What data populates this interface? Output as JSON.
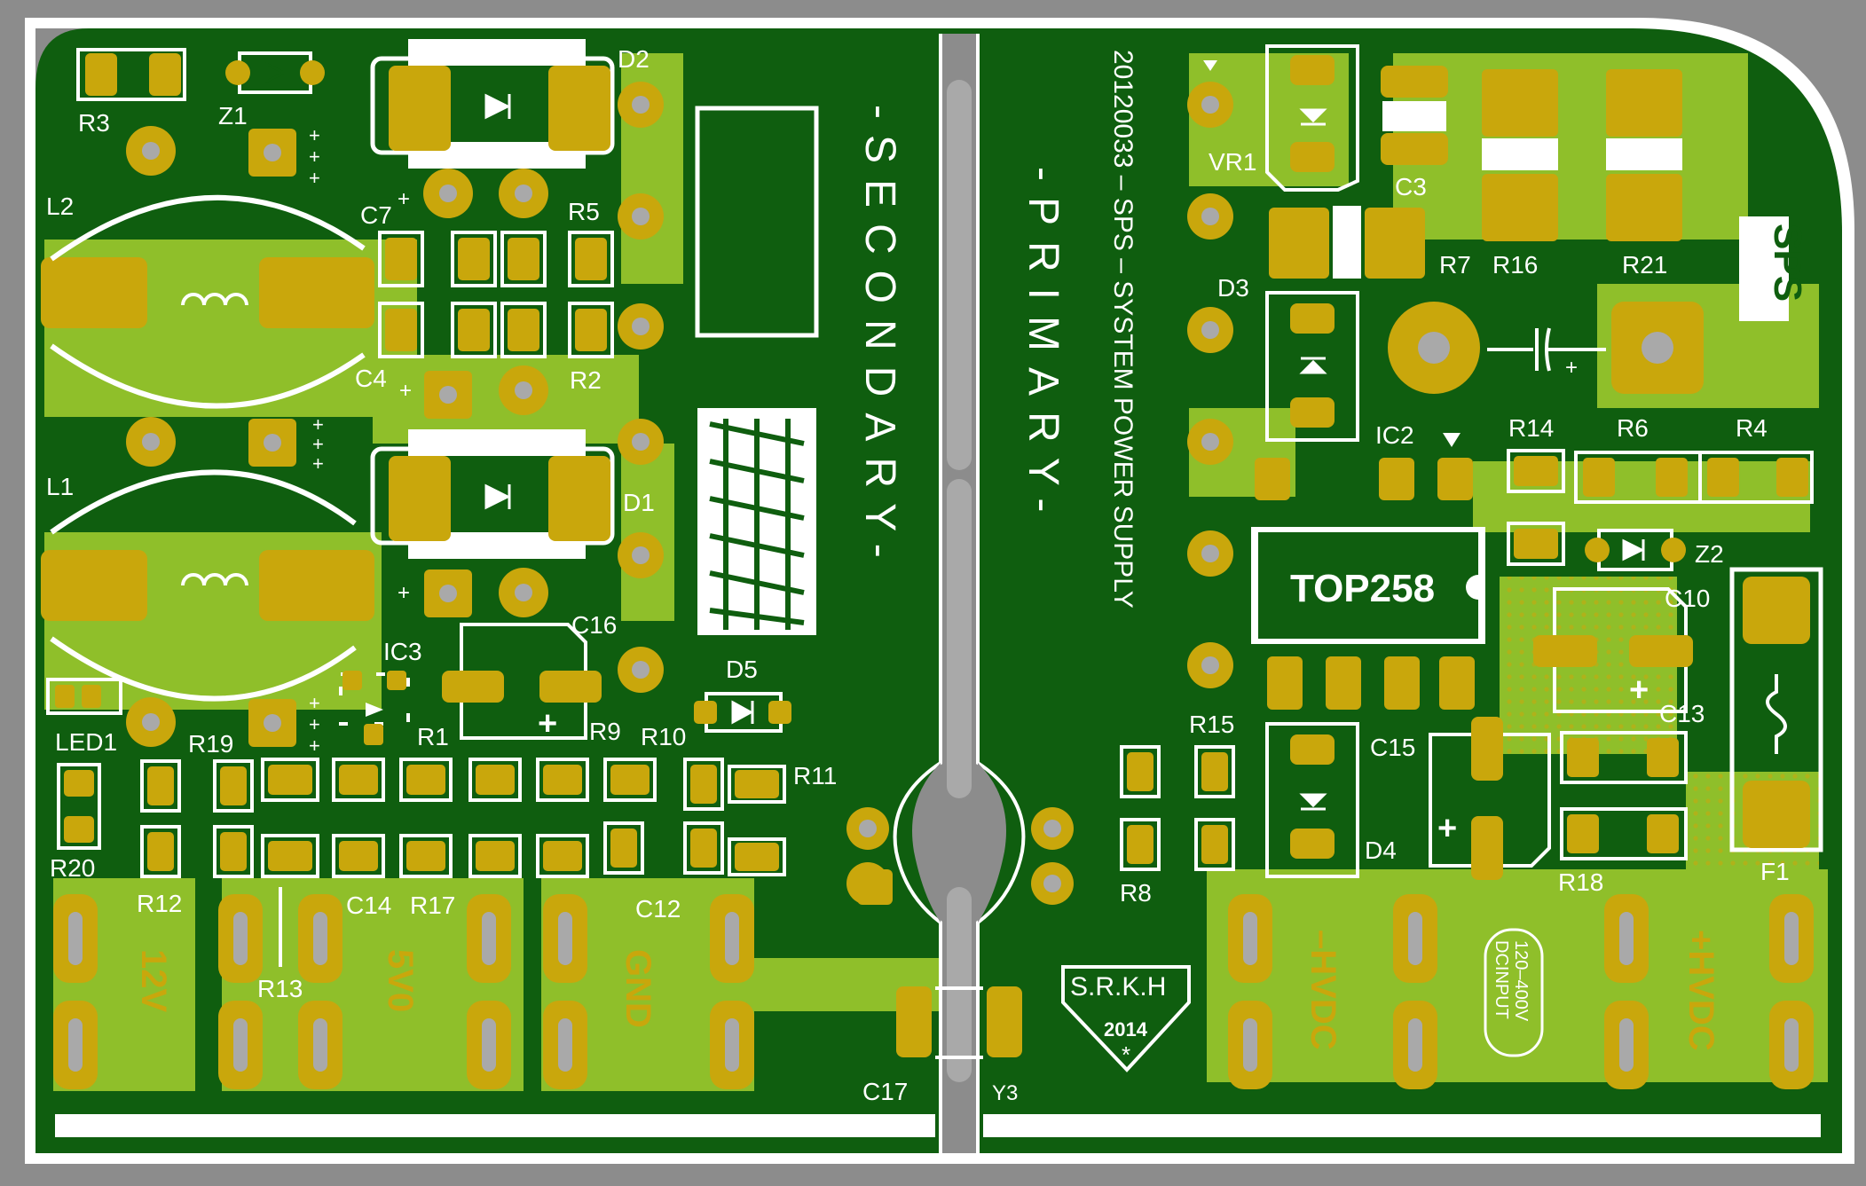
{
  "board": {
    "colors": {
      "background": "#8c8c8c",
      "board": "#0f5e0f",
      "copper": "#8fbf2a",
      "pad": "#c9a70c",
      "silkscreen": "#ffffff",
      "drill": "#a9a9a9"
    },
    "sections": {
      "secondary": "-SECONDARY-",
      "primary": "-PRIMARY-"
    },
    "title_code": "20120033 – SPS – SYSTEM POWER SUPPLY",
    "badge": "SPS",
    "ic_label": "TOP258",
    "input_rating": {
      "line1": "120–400V",
      "line2": "DCINPUT"
    },
    "logo": {
      "initials": "S.R.K.H",
      "year": "2014",
      "star": "*"
    },
    "outputs": {
      "v12": "12V",
      "v5": "5V0",
      "gnd": "GND"
    },
    "inputs": {
      "neg": "–HVDC",
      "pos": "+HVDC"
    },
    "refs": {
      "R3": "R3",
      "Z1": "Z1",
      "D2": "D2",
      "L2": "L2",
      "C7": "C7",
      "R5": "R5",
      "C4": "C4",
      "R2": "R2",
      "L1": "L1",
      "D1": "D1",
      "C16": "C16",
      "IC3": "IC3",
      "D5": "D5",
      "LED1": "LED1",
      "R19": "R19",
      "R1": "R1",
      "R9": "R9",
      "R10": "R10",
      "R11": "R11",
      "R20": "R20",
      "R12": "R12",
      "C14": "C14",
      "R17": "R17",
      "C12": "C12",
      "R13": "R13",
      "C17": "C17",
      "Y3": "Y3",
      "VR1": "VR1",
      "C3": "C3",
      "R7": "R7",
      "R16": "R16",
      "R21": "R21",
      "D3": "D3",
      "IC2": "IC2",
      "R14": "R14",
      "R6": "R6",
      "R4": "R4",
      "Z2": "Z2",
      "C10": "C10",
      "C13": "C13",
      "R15": "R15",
      "C15": "C15",
      "D4": "D4",
      "R8": "R8",
      "R18": "R18",
      "F1": "F1"
    },
    "plus_mark": "+"
  }
}
